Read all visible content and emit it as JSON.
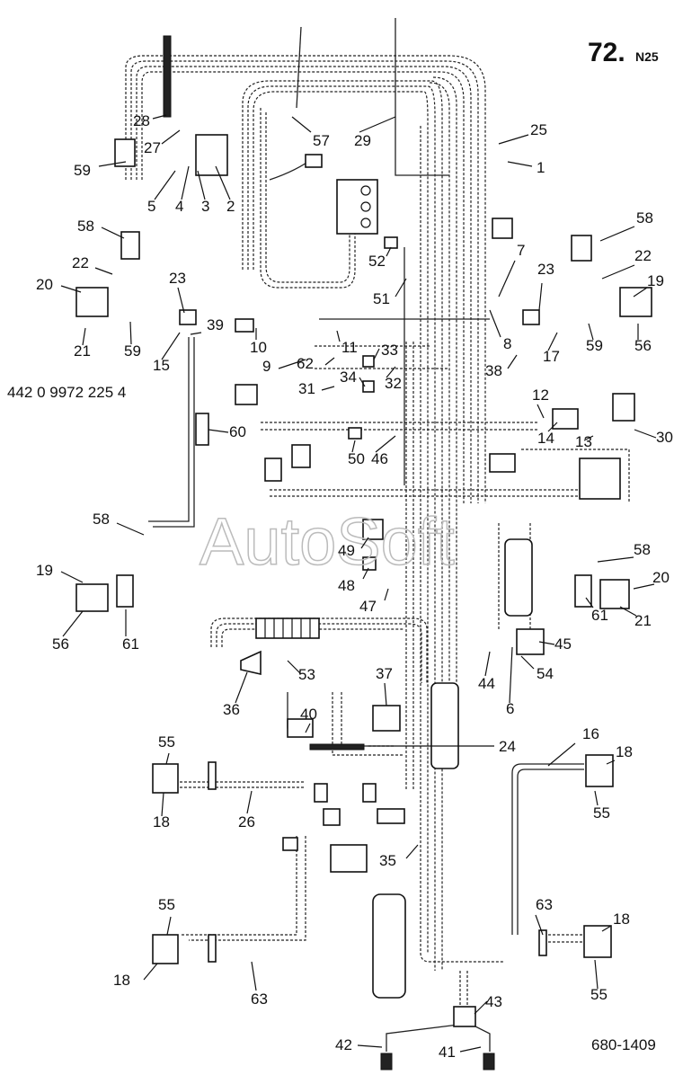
{
  "title": {
    "number": "72.",
    "suffix": "N25"
  },
  "part_code": "442 0 9972  225 4",
  "figure_number": "680-1409",
  "watermark": "AutoSoft",
  "callouts": [
    "1",
    "2",
    "3",
    "4",
    "5",
    "6",
    "7",
    "8",
    "9",
    "10",
    "11",
    "12",
    "13",
    "14",
    "15",
    "16",
    "17",
    "18",
    "19",
    "20",
    "21",
    "22",
    "23",
    "24",
    "25",
    "26",
    "27",
    "28",
    "29",
    "30",
    "31",
    "32",
    "33",
    "34",
    "35",
    "36",
    "37",
    "38",
    "39",
    "40",
    "41",
    "42",
    "43",
    "44",
    "45",
    "46",
    "47",
    "48",
    "49",
    "50",
    "51",
    "52",
    "53",
    "54",
    "55",
    "56",
    "57",
    "58",
    "59",
    "60",
    "61",
    "62",
    "63"
  ]
}
